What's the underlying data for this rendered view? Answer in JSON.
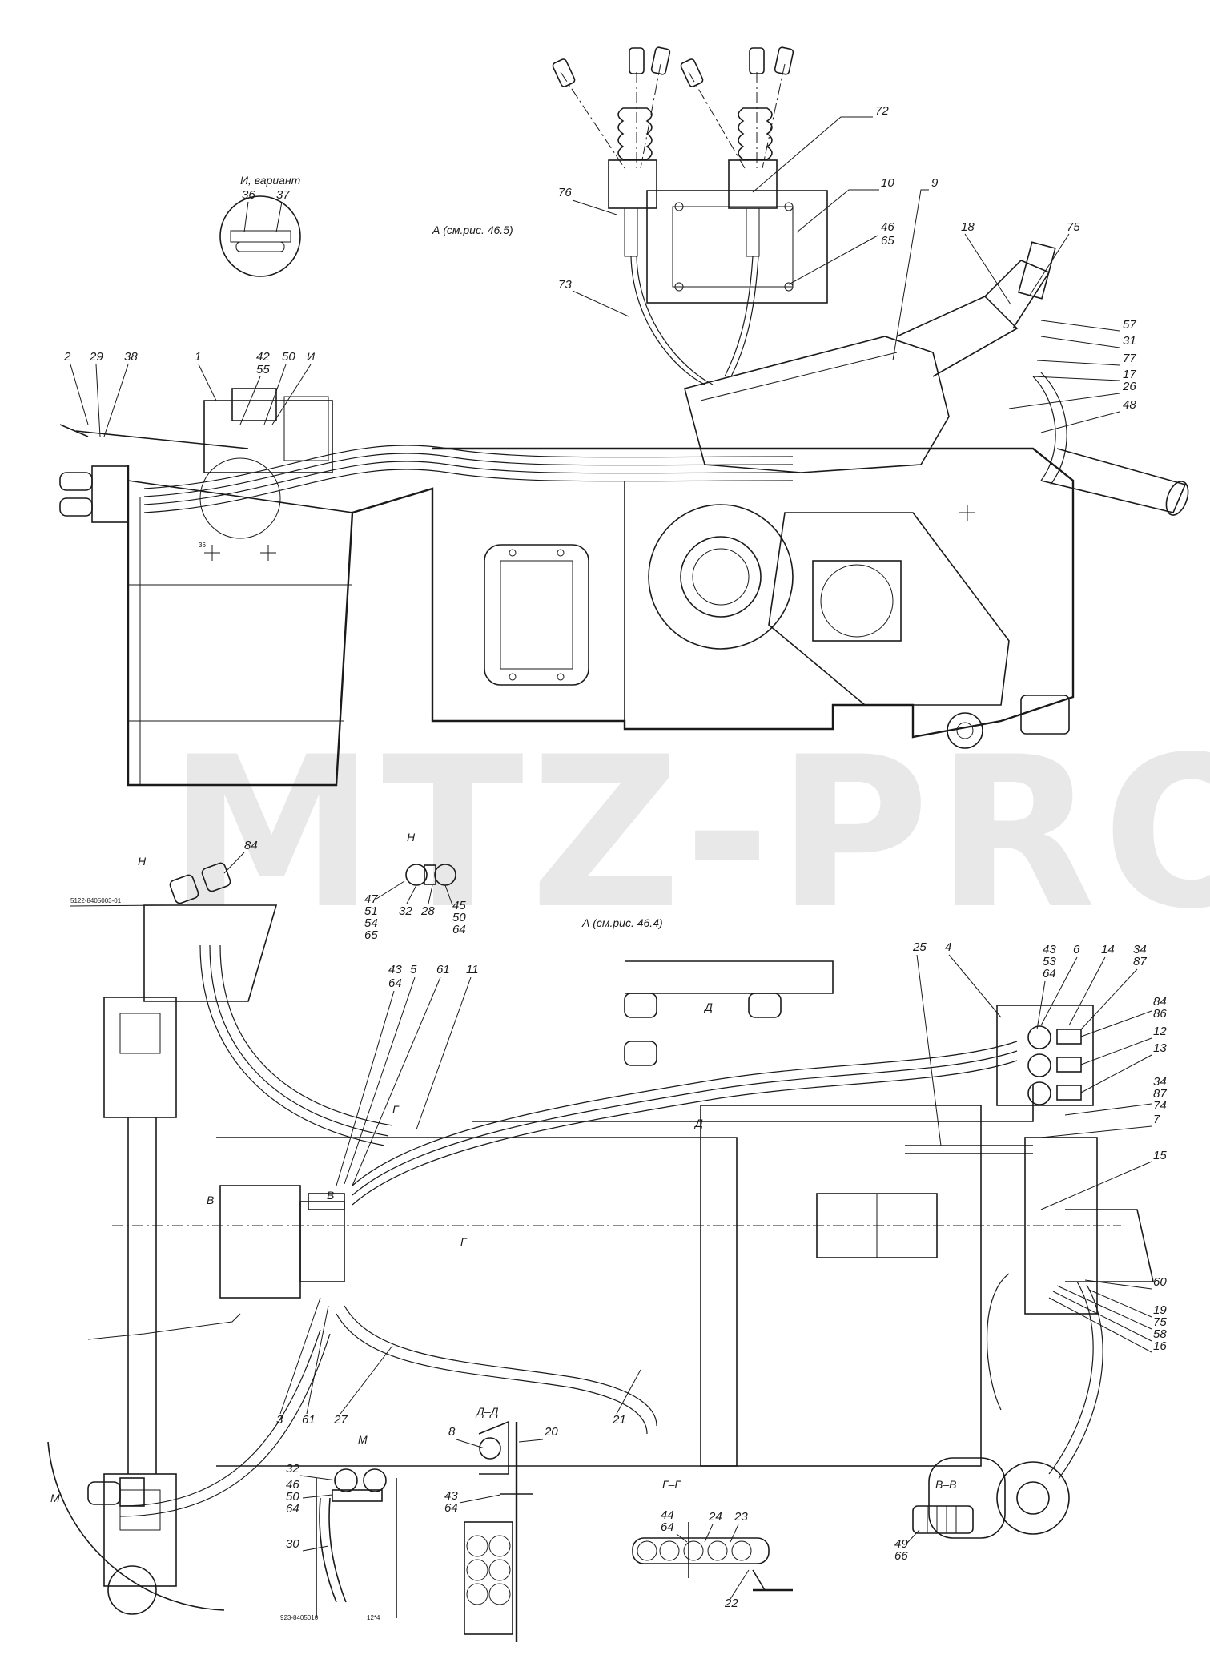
{
  "watermark": "MTZ-PRO",
  "colors": {
    "line": "#1a1a1a",
    "watermark": "#e8e8e8",
    "background": "#ffffff"
  },
  "labels": {
    "view_a_top": "А (см.рис. 46.5)",
    "view_a_mid": "А (см.рис. 46.4)",
    "variant_i": "И, вариант",
    "variant_i_36": "36",
    "variant_i_37": "37",
    "view_n": "Н",
    "view_n_detail": "Н",
    "view_m": "М",
    "view_m_detail": "М",
    "i_mark": "И",
    "v_mark": "В",
    "v_mark2": "В",
    "g_mark": "Г",
    "g_mark2": "Г",
    "d_mark": "Д",
    "d_mark2": "Д",
    "section_dd": "Д–Д",
    "section_gg": "Г–Г",
    "section_vv": "В–В",
    "part_n": "5122-8405003-01",
    "part_m": "923-8405010",
    "part_m2": "12*4"
  },
  "callouts": {
    "c72": "72",
    "c76": "76",
    "c10": "10",
    "c46a": "46",
    "c65a": "65",
    "c73": "73",
    "c9": "9",
    "c18": "18",
    "c75a": "75",
    "c57": "57",
    "c31": "31",
    "c77": "77",
    "c26": "26",
    "c17": "17",
    "c48": "48",
    "c2": "2",
    "c29": "29",
    "c38": "38",
    "c1": "1",
    "c42": "42",
    "c55": "55",
    "c50a": "50",
    "c36b": "36",
    "c84a": "84",
    "c47": "47",
    "c51": "51",
    "c54": "54",
    "c65b": "65",
    "c32a": "32",
    "c28": "28",
    "c45a": "45",
    "c50b": "50",
    "c64a": "64",
    "c43a": "43",
    "c64b": "64",
    "c5": "5",
    "c61a": "61",
    "c11": "11",
    "c25": "25",
    "c4": "4",
    "c43b": "43",
    "c53": "53",
    "c64c": "64",
    "c6": "6",
    "c14": "14",
    "c34a": "34",
    "c87a": "87",
    "c84b": "84",
    "c86": "86",
    "c12": "12",
    "c13": "13",
    "c34b": "34",
    "c87b": "87",
    "c74": "74",
    "c7": "7",
    "c15": "15",
    "c60": "60",
    "c19": "19",
    "c75b": "75",
    "c58": "58",
    "c16": "16",
    "c3": "3",
    "c61b": "61",
    "c27": "27",
    "c21": "21",
    "c8": "8",
    "c20": "20",
    "c43c": "43",
    "c64d": "64",
    "c44": "44",
    "c64e": "64",
    "c24": "24",
    "c23": "23",
    "c22": "22",
    "c49": "49",
    "c66": "66",
    "c32b": "32",
    "c46b": "46",
    "c50c": "50",
    "c64f": "64",
    "c30": "30"
  }
}
